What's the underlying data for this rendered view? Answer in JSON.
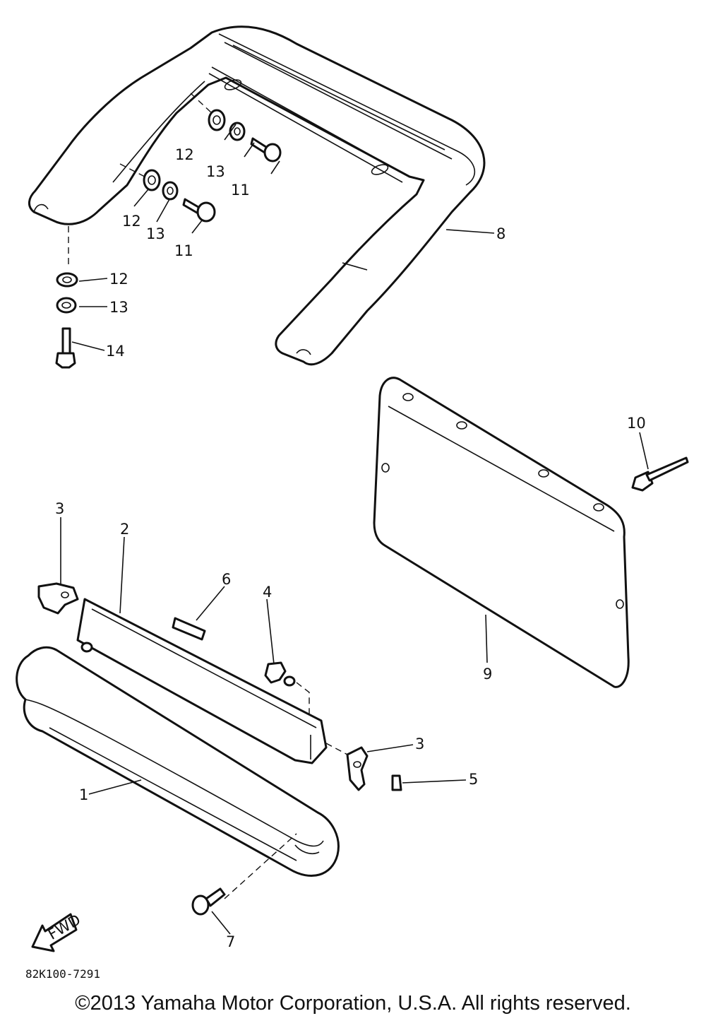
{
  "diagram": {
    "callouts": {
      "c1": "1",
      "c2": "2",
      "c3a": "3",
      "c3b": "3",
      "c4": "4",
      "c5": "5",
      "c6": "6",
      "c7": "7",
      "c8": "8",
      "c9": "9",
      "c10": "10",
      "c11a": "11",
      "c11b": "11",
      "c12a": "12",
      "c12b": "12",
      "c12c": "12",
      "c13a": "13",
      "c13b": "13",
      "c13c": "13",
      "c14": "14"
    },
    "fwd_label": "FWD",
    "code": "82K100-7291"
  },
  "footer": {
    "copyright": "©2013 Yamaha Motor Corporation, U.S.A. All rights reserved."
  },
  "colors": {
    "ink": "#111111",
    "background": "#ffffff"
  }
}
